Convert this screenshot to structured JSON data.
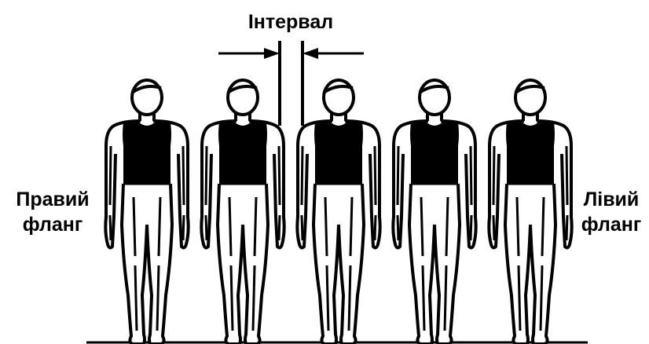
{
  "interval_label": "Інтервал",
  "right_flank": {
    "line1": "Правий",
    "line2": "фланг"
  },
  "left_flank": {
    "line1": "Лівий",
    "line2": "фланг"
  },
  "figures_count": 5,
  "colors": {
    "ink": "#000000",
    "background": "#ffffff"
  }
}
